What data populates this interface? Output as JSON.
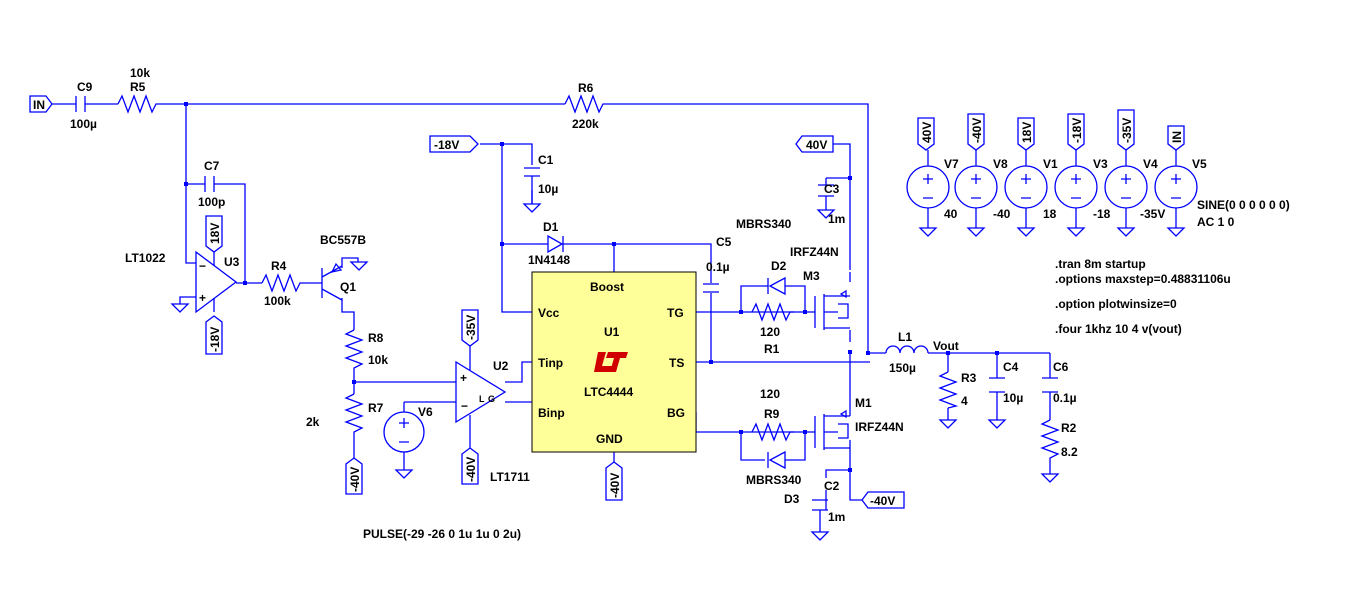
{
  "colors": {
    "wire": "#0000ff",
    "chip_fill": "#ffff99",
    "text": "#000000",
    "logo": "#d00000"
  },
  "net_labels": {
    "in_left": "IN",
    "neg18_top": "-18V",
    "pos40_top": "40V",
    "pos18_u3": "18V",
    "neg18_u3": "-18V",
    "neg35_u2": "-35V",
    "neg40_v6": "-40V",
    "neg40_u2": "-40V",
    "neg40_u1": "-40V",
    "neg40_c2": "-40V",
    "src_v7": "40V",
    "src_v8": "-40V",
    "src_v1": "18V",
    "src_v3": "-18V",
    "src_v4": "-35V",
    "src_v5": "IN"
  },
  "components": {
    "c9": "C9",
    "c9_val": "100µ",
    "r5": "R5",
    "r5_val": "10k",
    "r6": "R6",
    "r6_val": "220k",
    "c7": "C7",
    "c7_val": "100p",
    "u3": "U3",
    "u3_model": "LT1022",
    "r4": "R4",
    "r4_val": "100k",
    "q1": "Q1",
    "q1_model": "BC557B",
    "r8": "R8",
    "r8_val": "10k",
    "r7": "R7",
    "r7_val": "2k",
    "v6": "V6",
    "u2": "U2",
    "u2_model": "LT1711",
    "c1": "C1",
    "c1_val": "10µ",
    "d1": "D1",
    "d1_model": "1N4148",
    "c5": "C5",
    "c5_val": "0.1µ",
    "d2": "D2",
    "d2_model": "MBRS340",
    "r1": "R1",
    "r1_val": "120",
    "m3": "M3",
    "m3_model": "IRFZ44N",
    "c3": "C3",
    "c3_val": "1m",
    "r9": "R9",
    "r9_val": "120",
    "d3": "D3",
    "d3_model": "MBRS340",
    "m1": "M1",
    "m1_model": "IRFZ44N",
    "c2": "C2",
    "c2_val": "1m",
    "l1": "L1",
    "l1_val": "150µ",
    "vout": "Vout",
    "r3": "R3",
    "r3_val": "4",
    "c4": "C4",
    "c4_val": "10µ",
    "c6": "C6",
    "c6_val": "0.1µ",
    "r2": "R2",
    "r2_val": "8.2",
    "v7": "V7",
    "v7_val": "40",
    "v8": "V8",
    "v8_val": "-40",
    "v1": "V1",
    "v1_val": "18",
    "v3": "V3",
    "v3_val": "-18",
    "v4": "V4",
    "v4_val": "-35V",
    "v5": "V5",
    "v5_val1": "SINE(0 0 0 0 0 0)",
    "v5_val2": "AC 1 0"
  },
  "chip": {
    "ref": "U1",
    "part": "LTC4444",
    "pins": {
      "boost": "Boost",
      "vcc": "Vcc",
      "tinp": "Tinp",
      "binp": "Binp",
      "gnd": "GND",
      "tg": "TG",
      "ts": "TS",
      "bg": "BG"
    }
  },
  "pulse": "PULSE(-29 -26 0 1u 1u 0 2u)",
  "directives": [
    ".tran 8m startup",
    ".options maxstep=0.48831106u",
    ".option plotwinsize=0",
    ".four 1khz 10 4 v(vout)"
  ]
}
